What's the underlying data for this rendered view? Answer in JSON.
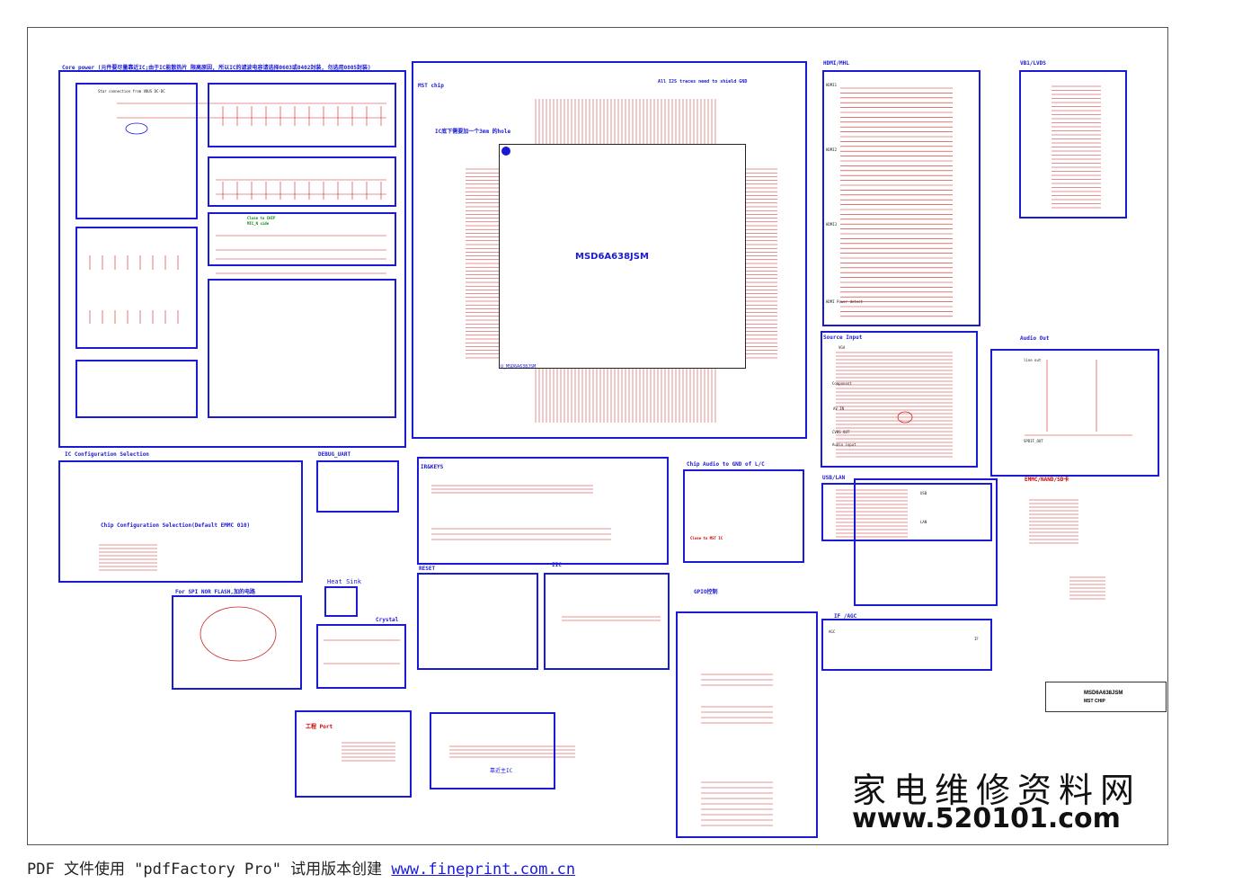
{
  "watermark": {
    "cn": "家电维修资料网",
    "url": "www.520101.com"
  },
  "footer": {
    "text": "PDF 文件使用 \"pdfFactory Pro\" 试用版本创建 ",
    "link": "www.fineprint.com.cn"
  },
  "chip": {
    "name": "MSD6A638JSM",
    "partref": "U_MSD6A638JSM"
  },
  "title_block": {
    "title": "MSD6A638JSM",
    "subtitle": "MST CHIP"
  },
  "sections": {
    "core_power": "Core power (元件要尽量靠近IC;由于IC能散热片 限高原因, 所以IC的滤波电容请选择0603或0402封装, 勿选用0805封装)",
    "mst_chip": "MST chip",
    "i2s_note": "All I2S traces need to shield GND",
    "hole_note": "IC底下需要加一个3mm 的hole",
    "hdmi": "HDMI/MHL",
    "vb1": "VB1/LVDS",
    "source_input": "Source Input",
    "audio_out": "Audio Out",
    "ic_config": "IC Configuration Selection",
    "chip_config": "Chip Configuration Selection(Default EMMC 010)",
    "debug_uart": "DEBUG_UART",
    "ir_keys": "IR&KEYS",
    "chip_audio": "Chip Audio to GND of L/C",
    "usb_lan": "USB/LAN",
    "emmc": "EMMC/NAND/SD卡",
    "spi": "For SPI NOR FLASH,加的电路",
    "heatsink": "Heat Sink",
    "crystal": "Crystal",
    "reset": "RESET",
    "iic": "IIC",
    "gpio": "GPIO控制",
    "if_agc": "IF /AGC",
    "factory": "工程 Port",
    "main_ic": "靠近主IC"
  },
  "notes": {
    "star": "Star connection from VBUS DC-DC",
    "near_ic": "Close to CHIP",
    "mic": "MIC_N side",
    "close_mst": "Close to MST IC",
    "vga": "VGA",
    "component": "Component",
    "av_in": "AV IN",
    "cvbs_out": "CVBS OUT",
    "audio_in": "Audio input",
    "line_out": "line out",
    "spdif": "SPDIF_OUT",
    "hdmi1": "HDMI1",
    "hdmi2": "HDMI2",
    "hdmi3": "HDMI3",
    "hdmi_pw": "HDMI Power detect",
    "usb": "USB",
    "lan": "LAN",
    "agc": "AGC",
    "if": "IF"
  }
}
